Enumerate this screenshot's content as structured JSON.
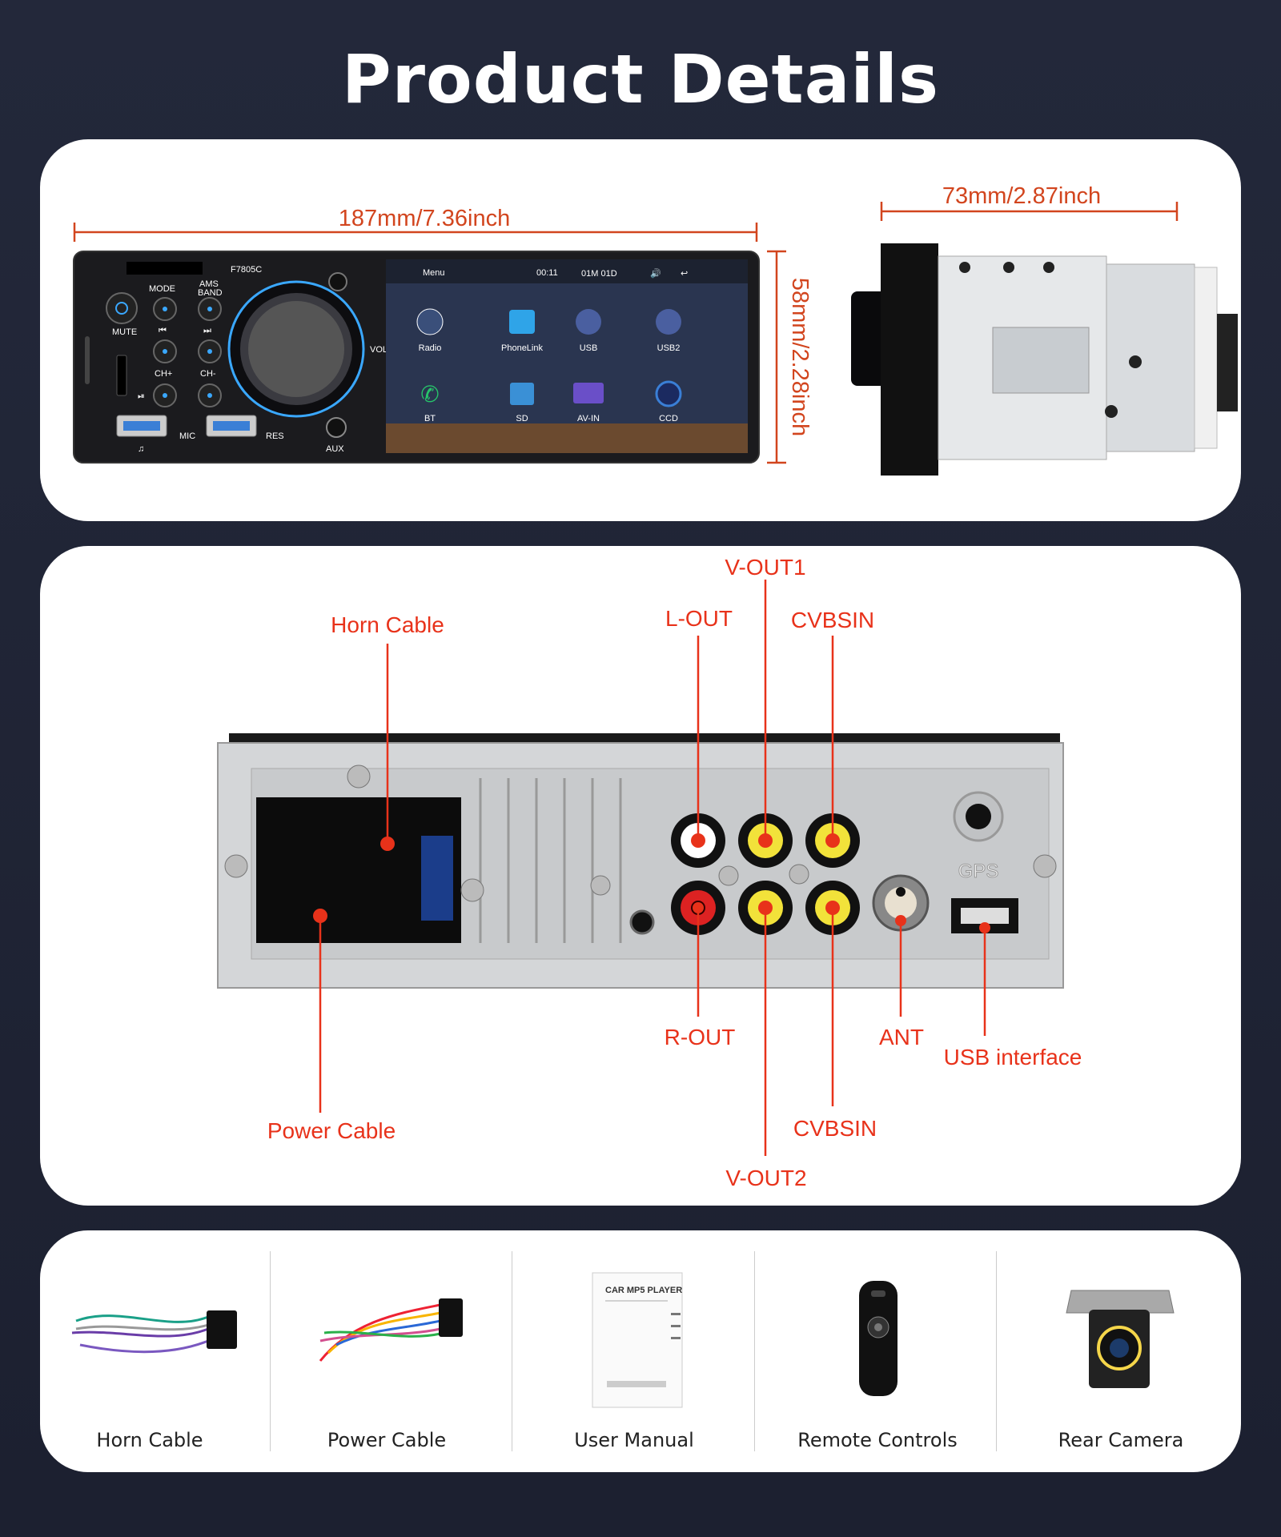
{
  "page": {
    "title": "Product Details"
  },
  "dimensions": {
    "front_width": "187mm/7.36inch",
    "height": "58mm/2.28inch",
    "depth": "73mm/2.87inch"
  },
  "front_unit": {
    "model": "F7805C",
    "buttons": [
      "MODE",
      "AMS BAND",
      "MUTE",
      "CH+",
      "CH-",
      "MIC",
      "RES",
      "AUX",
      "VOL"
    ],
    "screen": {
      "header_menu": "Menu",
      "time": "00:11",
      "date": "01M 01D",
      "apps": [
        "Radio",
        "PhoneLink",
        "USB",
        "USB2",
        "BT",
        "SD",
        "AV-IN",
        "CCD"
      ]
    }
  },
  "rear_panel": {
    "callouts": {
      "horn_cable": "Horn Cable",
      "power_cable": "Power Cable",
      "l_out": "L-OUT",
      "v_out1": "V-OUT1",
      "cvbsin_top": "CVBSIN",
      "r_out": "R-OUT",
      "v_out2": "V-OUT2",
      "cvbsin_bottom": "CVBSIN",
      "ant": "ANT",
      "usb": "USB interface"
    },
    "engraved": {
      "gps": "GPS"
    }
  },
  "accessories": [
    {
      "label": "Horn Cable",
      "icon": "horn-cable-icon"
    },
    {
      "label": "Power Cable",
      "icon": "power-cable-icon"
    },
    {
      "label": "User Manual",
      "icon": "manual-icon",
      "manual_title": "CAR MP5 PLAYER"
    },
    {
      "label": "Remote Controls",
      "icon": "remote-icon"
    },
    {
      "label": "Rear Camera",
      "icon": "camera-icon"
    }
  ],
  "colors": {
    "accent": "#e8321a",
    "dimension": "#d2451e",
    "background": "#23283a"
  }
}
